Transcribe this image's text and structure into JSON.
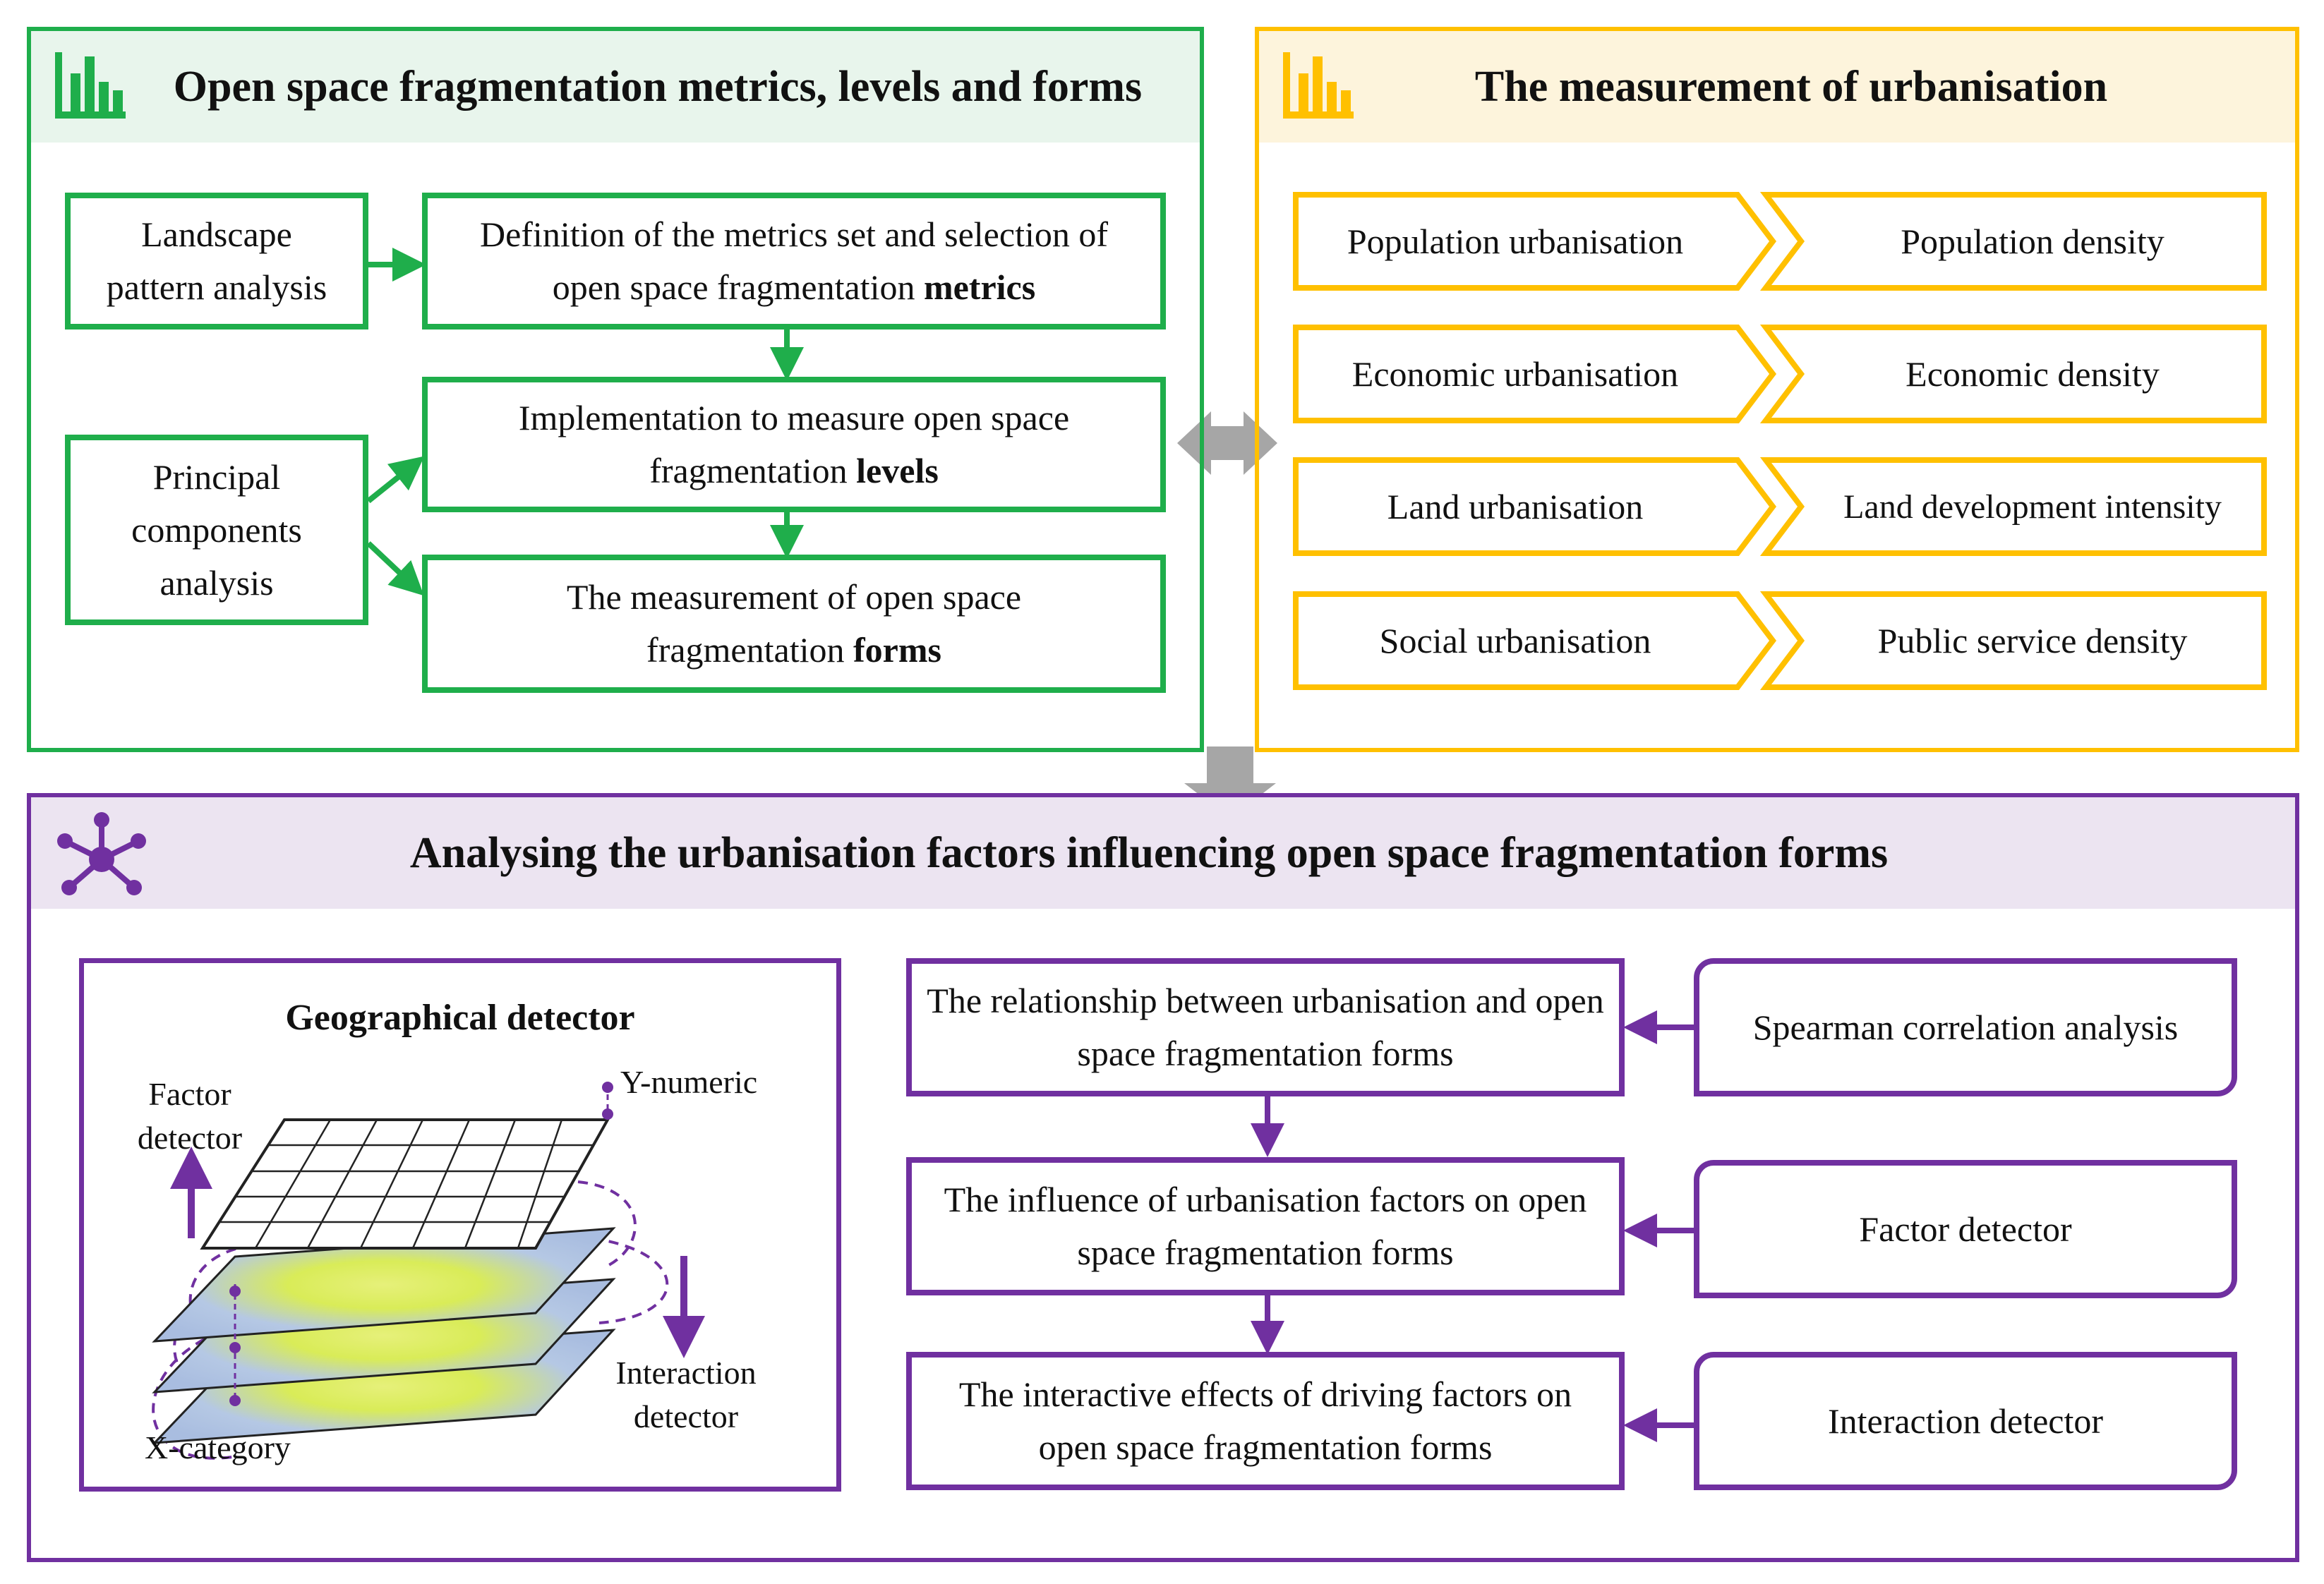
{
  "top_left": {
    "title": "Open space fragmentation metrics, levels and forms",
    "icon": "bar-chart-icon",
    "landscape": "Landscape pattern analysis",
    "pca": "Principal components analysis",
    "metrics_pre": "Definition of the metrics set and selection of open space fragmentation",
    "metrics_bold": "metrics",
    "levels_pre": "Implementation to measure open space fragmentation",
    "levels_bold": "levels",
    "forms_pre": "The measurement of open space fragmentation",
    "forms_bold": "forms"
  },
  "top_right": {
    "title": "The measurement of urbanisation",
    "icon": "bar-chart-icon",
    "rows": [
      {
        "left": "Population urbanisation",
        "right": "Population density"
      },
      {
        "left": "Economic urbanisation",
        "right": "Economic density"
      },
      {
        "left": "Land urbanisation",
        "right": "Land development intensity"
      },
      {
        "left": "Social urbanisation",
        "right": "Public service density"
      }
    ]
  },
  "bottom": {
    "title": "Analysing the urbanisation factors influencing open space fragmentation forms",
    "icon": "network-icon",
    "geo": {
      "title": "Geographical detector",
      "factor_detector": "Factor detector",
      "y_numeric": "Y-numeric",
      "interaction_detector": "Interaction detector",
      "x_category": "X-category"
    },
    "steps": [
      {
        "text": "The relationship between urbanisation and open space fragmentation forms",
        "method": "Spearman correlation analysis"
      },
      {
        "text": "The influence of urbanisation factors on open space fragmentation forms",
        "method": "Factor detector"
      },
      {
        "text": "The interactive effects of driving factors on open space fragmentation forms",
        "method": "Interaction detector"
      }
    ]
  },
  "colors": {
    "green": "#1fae4b",
    "green_header": "#e8f5ec",
    "yellow": "#ffc000",
    "yellow_header": "#fdf4dc",
    "purple": "#7030a0",
    "purple_header": "#ece4f1",
    "gray_arrow": "#a6a6a6"
  }
}
